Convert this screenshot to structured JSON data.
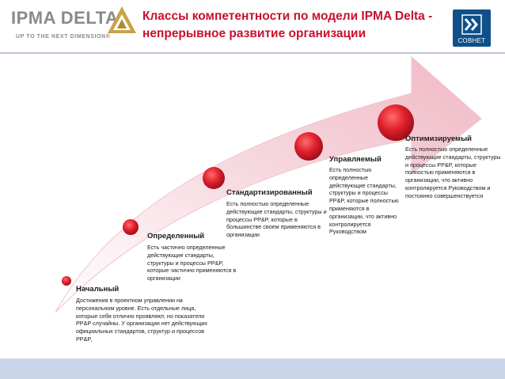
{
  "logo": {
    "name": "IPMA DELTA",
    "tagline": "UP TO THE NEXT DIMENSION®"
  },
  "title": "Классы компетентности по модели IPMA Delta - непрерывное развитие организации",
  "badge": {
    "label": "СОВНЕТ",
    "icon": "double-chevron-icon"
  },
  "colors": {
    "title": "#c8102e",
    "badge": "#0f4f8a",
    "arrow": "#f3c9d2",
    "circle": "#d81e2c"
  },
  "stages": [
    {
      "title": "Начальный",
      "text": "Достижения в проектном управлении на персональном уровне. Есть отдельные лица, которые себя отлично проявляют, но показатели PP&P случайны. У организации нет действующих официальных стандартов, структур и процессов PP&P,"
    },
    {
      "title": "Определенный",
      "text": "Есть частично определенные действующие стандарты, структуры и процессы PP&P, которые частично применяются в организации"
    },
    {
      "title": "Стандартизированный",
      "text": "Есть полностью определенные действующие стандарты, структуры и процессы PP&P, которые в большинстве своем применяются в организации"
    },
    {
      "title": "Управляемый",
      "text": "Есть полностью определенные действующие стандарты, структуры и процессы PP&P, которые полностью применяются в организации, что активно контролируется Руководством"
    },
    {
      "title": "Оптимизируемый",
      "text": "Есть полностью определенные действующие стандарты, структуры и процессы PP&P, которые полностью применяются в организации, что активно контролируется Руководством и постоянно совершенствуется"
    }
  ]
}
